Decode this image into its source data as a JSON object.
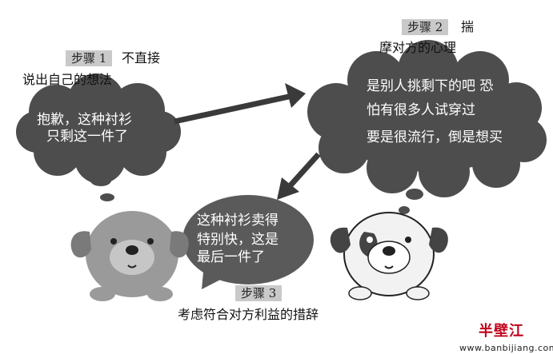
{
  "step1": {
    "badge": "步骤 1",
    "caption_line1": "不直接",
    "caption_line2": "说出自己的想法",
    "speech": [
      "抱歉，这种衬衫",
      "只剩这一件了"
    ]
  },
  "step2": {
    "badge": "步骤 2",
    "caption_line1": "揣",
    "caption_line2": "摩对方的心理",
    "thought": [
      "是别人挑剩下的吧 恐",
      "怕有很多人试穿过",
      "要是很流行，倒是想买"
    ]
  },
  "step3": {
    "badge": "步骤 3",
    "caption": "考虑符合对方利益的措辞",
    "speech": [
      "这种衬衫卖得",
      "特别快，这是",
      "最后一件了"
    ]
  },
  "watermark": {
    "logo": "半壁江",
    "url": "www.banbijiang.com"
  },
  "colors": {
    "cloud_dark": "#4d4d4d",
    "cloud_mid": "#5a5a5a",
    "arrow": "#3a3a3a",
    "badge_bg": "#c9c9c9",
    "brand_red": "#c0001a"
  }
}
